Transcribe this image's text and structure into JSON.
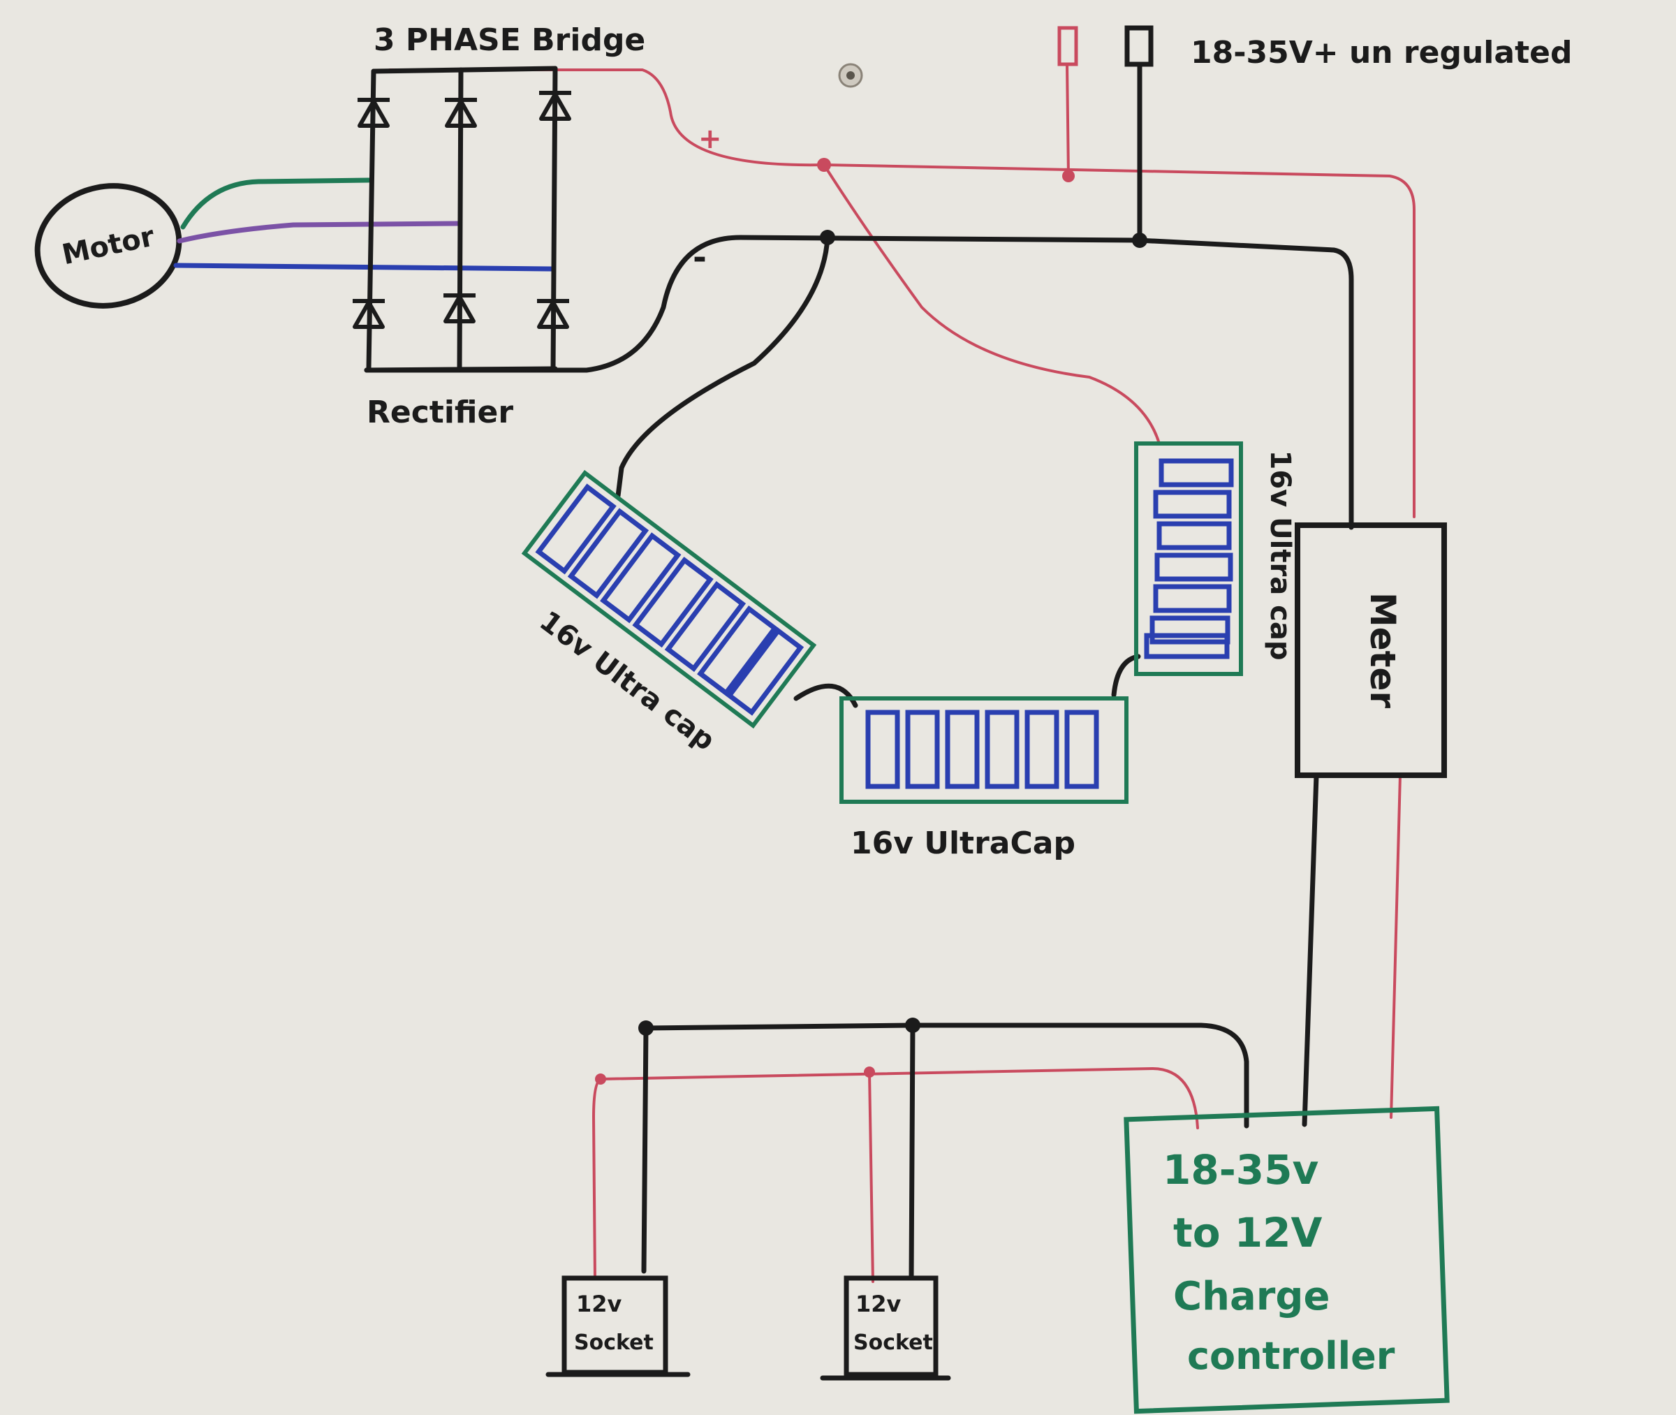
{
  "labels": {
    "title": "3 PHASE Bridge",
    "rectifier": "Rectifier",
    "motor": "Motor",
    "plus": "+",
    "minus": "-",
    "unregulated": "18-35V+ un regulated",
    "meter": "Meter",
    "cap_left": "16v Ultra cap",
    "cap_bottom": "16v UltraCap",
    "cap_right": "16v Ultra cap",
    "controller_line1": "18-35v",
    "controller_line2": "to 12V",
    "controller_line3": "Charge",
    "controller_line4": "controller",
    "socket_left_line1": "12v",
    "socket_left_line2": "Socket",
    "socket_right_line1": "12v",
    "socket_right_line2": "Socket"
  },
  "colors": {
    "board": "#e9e7e1",
    "black": "#1b1b1b",
    "red": "#c94a5e",
    "green": "#1f7a55",
    "blue": "#2a3fb0",
    "purple": "#7b52a6",
    "cap_cell": "#2a3fb0",
    "cap_frame": "#1f7a55"
  }
}
